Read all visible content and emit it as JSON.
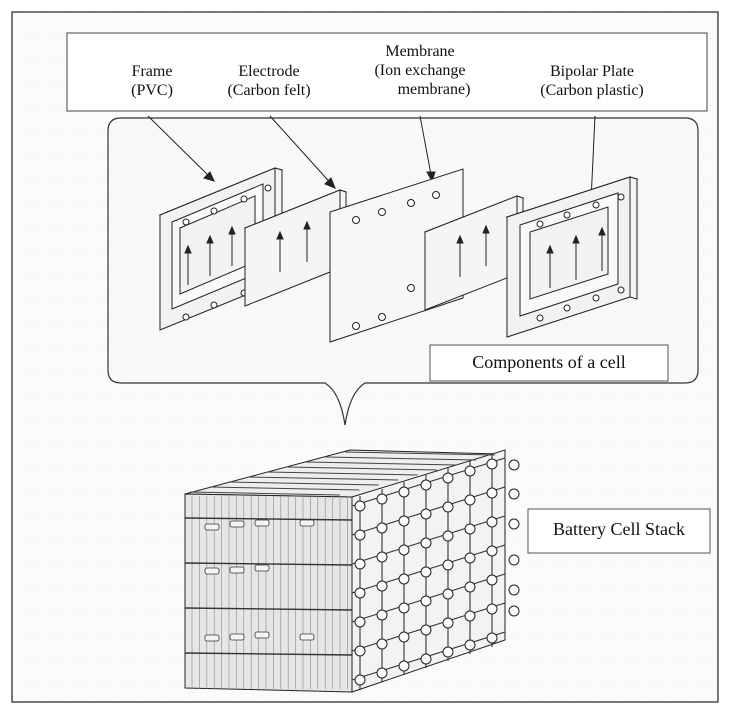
{
  "labels": {
    "frame": {
      "line1": "Frame",
      "line2": "(PVC)"
    },
    "electrode": {
      "line1": "Electrode",
      "line2": "(Carbon felt)"
    },
    "membrane": {
      "line1": "Membrane",
      "line2": "(Ion exchange",
      "line3": "membrane)"
    },
    "bipolar": {
      "line1": "Bipolar Plate",
      "line2": "(Carbon plastic)"
    }
  },
  "cell_caption": "Components of a cell",
  "stack_caption": "Battery Cell Stack",
  "colors": {
    "line": "#222222",
    "panel": "#f7f7f7",
    "background": "#ffffff"
  }
}
